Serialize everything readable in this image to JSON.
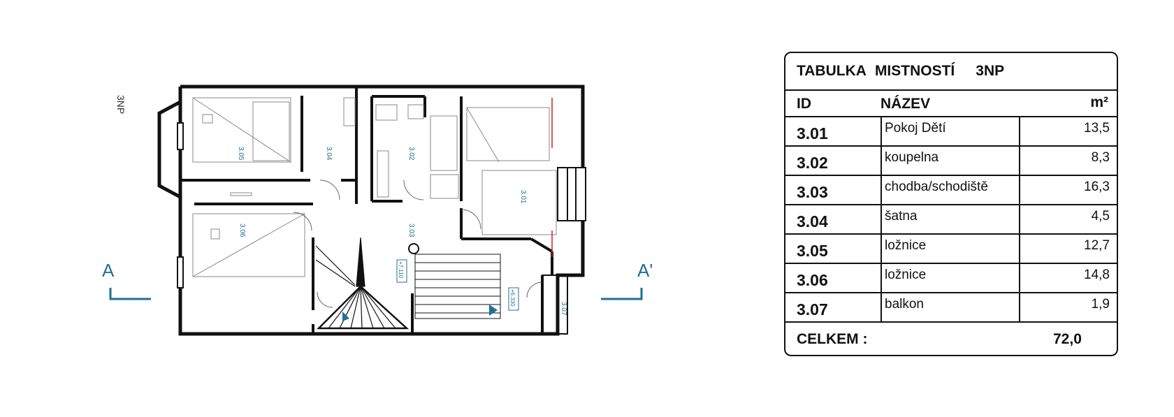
{
  "floor_tag": "3NP",
  "section": {
    "start": "A",
    "end": "A'"
  },
  "rooms": [
    {
      "id": "3.01",
      "name": "Pokoj Dětí",
      "area": "13,5"
    },
    {
      "id": "3.02",
      "name": "koupelna",
      "area": "8,3"
    },
    {
      "id": "3.03",
      "name": "chodba/schodiště",
      "area": "16,3"
    },
    {
      "id": "3.04",
      "name": "šatna",
      "area": "4,5"
    },
    {
      "id": "3.05",
      "name": "ložnice",
      "area": "12,7"
    },
    {
      "id": "3.06",
      "name": "ložnice",
      "area": "14,8"
    },
    {
      "id": "3.07",
      "name": "balkon",
      "area": "1,9"
    }
  ],
  "levels": {
    "upper": "+7.110",
    "lower": "+6.330"
  },
  "table": {
    "title_words": [
      "TABULKA",
      "MISTNOSTÍ",
      "3NP"
    ],
    "headers": {
      "id": "ID",
      "name": "NÁZEV",
      "area": "m²"
    },
    "total_label": "CELKEM :",
    "total_value": "72,0"
  },
  "colors": {
    "line": "#111111",
    "accent": "#1f6f9a",
    "red_line": "#d02020"
  }
}
